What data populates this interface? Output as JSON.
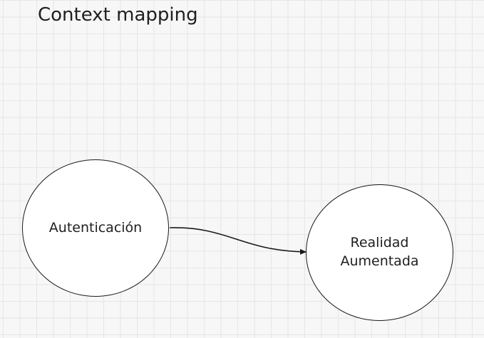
{
  "diagram": {
    "title": "Context mapping",
    "nodes": [
      {
        "id": "autenticacion",
        "label": "Autenticación"
      },
      {
        "id": "realidad-aumentada",
        "label": "Realidad\nAumentada"
      }
    ],
    "edges": [
      {
        "from": "autenticacion",
        "to": "realidad-aumentada",
        "directed": true
      }
    ]
  },
  "colors": {
    "background": "#f7f7f7",
    "grid": "#e6e6e6",
    "stroke": "#1a1a1a",
    "node_fill": "#ffffff",
    "text": "#1f1f1f"
  }
}
